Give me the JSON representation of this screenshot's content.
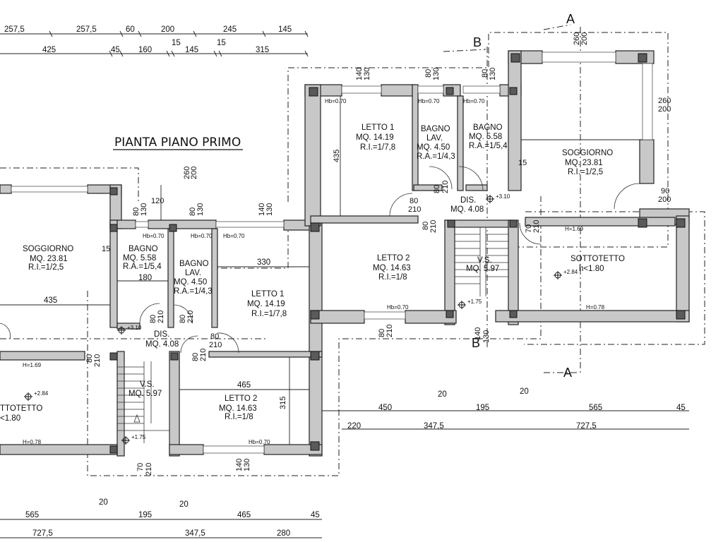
{
  "title": "PIANTA PIANO PRIMO",
  "section_marks": {
    "a": "A",
    "b": "B"
  },
  "top_dims_row1": [
    "257,5",
    "257,5",
    "60",
    "200",
    "245",
    "145"
  ],
  "top_dims_row2": [
    "425",
    "45",
    "160",
    "15",
    "145",
    "15",
    "315"
  ],
  "bottom_dims_row1": [
    "565",
    "20",
    "195",
    "20",
    "465",
    "45"
  ],
  "bottom_dims_row2": [
    "727,5",
    "347,5",
    "280"
  ],
  "mid_dims_row1": [
    "450",
    "20",
    "195",
    "20",
    "565",
    "45"
  ],
  "mid_dims_row2": [
    "220",
    "347,5",
    "727,5"
  ],
  "left_unit": {
    "rooms": [
      {
        "name": "SOGGIORNO",
        "area": "MQ. 23.81",
        "ratio": "R.I.=1/2,5"
      },
      {
        "name": "BAGNO",
        "area": "MQ. 5.58",
        "ratio": "R.A.=1/5,4"
      },
      {
        "name": "BAGNO",
        "name2": "LAV.",
        "area": "MQ. 4.50",
        "ratio": "R.A.=1/4,3"
      },
      {
        "name": "LETTO 1",
        "area": "MQ. 14.19",
        "ratio": "R.I.=1/7,8"
      },
      {
        "name": "DIS.",
        "area": "MQ. 4.08"
      },
      {
        "name": "V.S.",
        "area": "MQ. 5.97"
      },
      {
        "name": "LETTO 2",
        "area": "MQ. 14.63",
        "ratio": "R.I.=1/8"
      },
      {
        "name": "TTOTETTO",
        "area": "<1.80"
      }
    ],
    "dims": [
      "260",
      "200",
      "80",
      "130",
      "120",
      "80",
      "130",
      "140",
      "130",
      "330",
      "180",
      "435",
      "15",
      "465",
      "315",
      "80",
      "210",
      "80",
      "210",
      "80",
      "210",
      "80",
      "210",
      "80",
      "210",
      "70",
      "210",
      "140",
      "130"
    ],
    "heights": [
      "Hb=0.70",
      "Hb=0.70",
      "Hb=0.70",
      "H=1.69",
      "H=0.78",
      "Hb=0.70"
    ],
    "levels": [
      "+3.10",
      "+2.84",
      "+1.75"
    ]
  },
  "right_unit": {
    "rooms": [
      {
        "name": "LETTO 1",
        "area": "MQ. 14.19",
        "ratio": "R.I.=1/7,8"
      },
      {
        "name": "BAGNO",
        "name2": "LAV.",
        "area": "MQ. 4.50",
        "ratio": "R.A.=1/4,3"
      },
      {
        "name": "BAGNO",
        "area": "MQ. 5.58",
        "ratio": "R.A.=1/5,4"
      },
      {
        "name": "SOGGIORNO",
        "area": "MQ. 23.81",
        "ratio": "R.I.=1/2,5"
      },
      {
        "name": "DIS.",
        "area": "MQ. 4.08"
      },
      {
        "name": "LETTO 2",
        "area": "MQ. 14.63",
        "ratio": "R.I.=1/8"
      },
      {
        "name": "V.S.",
        "area": "MQ. 5.97"
      },
      {
        "name": "SOTTOTETTO",
        "area": "h<1.80"
      }
    ],
    "dims": [
      "140",
      "130",
      "80",
      "130",
      "80",
      "130",
      "260",
      "200",
      "260",
      "200",
      "435",
      "15",
      "90",
      "200",
      "80",
      "210",
      "80",
      "210",
      "80",
      "210",
      "80",
      "210",
      "140",
      "130",
      "70",
      "210"
    ],
    "heights": [
      "Hb=0.70",
      "Hb=0.70",
      "Hb=0.70",
      "H=1.69",
      "Hb=0.70",
      "H=0.78"
    ],
    "levels": [
      "+3.10",
      "+2.84",
      "+1.75"
    ]
  }
}
